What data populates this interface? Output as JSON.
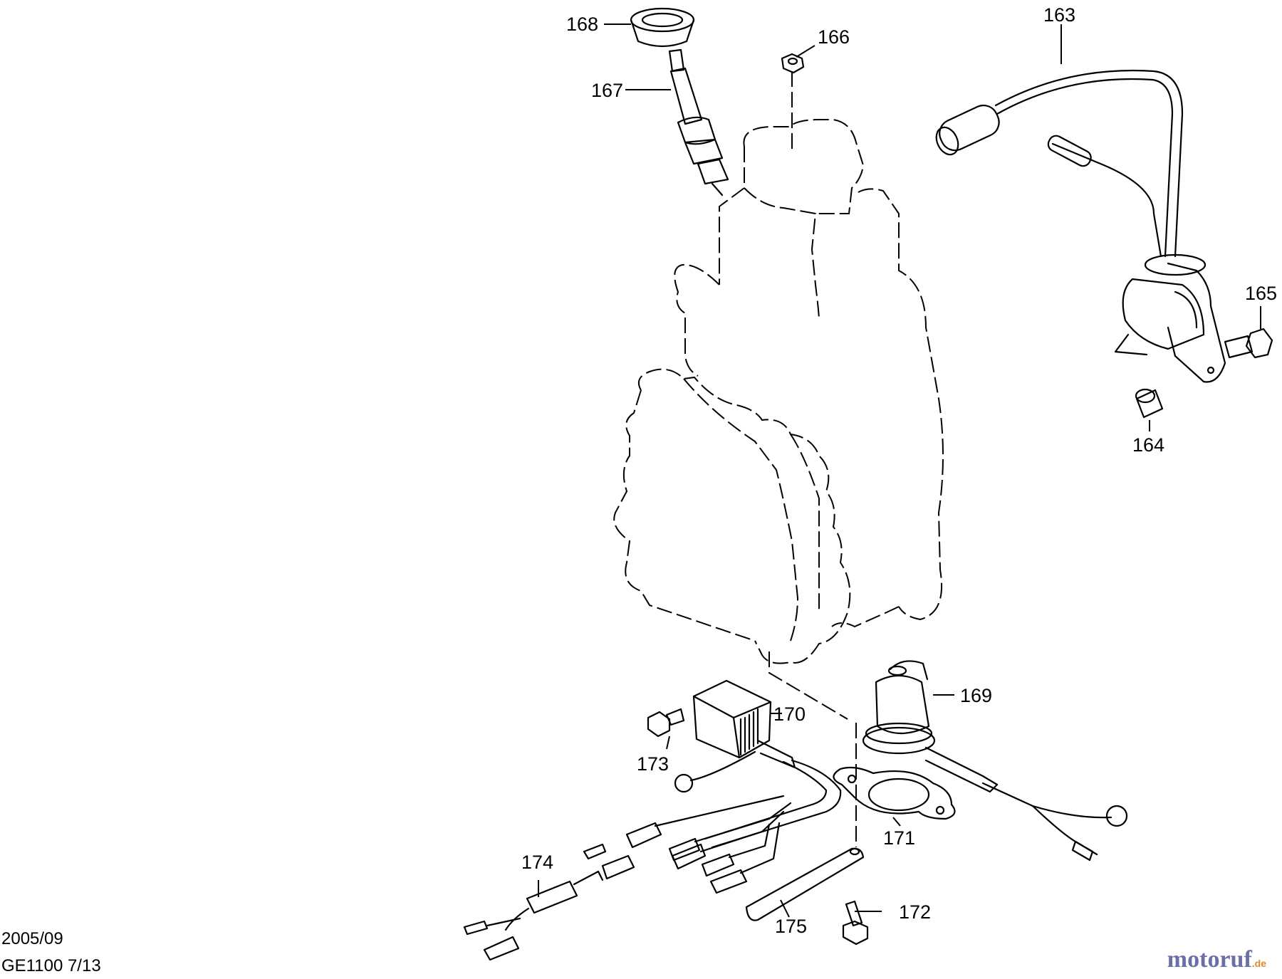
{
  "footer": {
    "date": "2005/09",
    "model_page": "GE1100 7/13"
  },
  "watermark": {
    "main": "motoruf",
    "sub": ".de"
  },
  "parts": [
    {
      "id": "163",
      "name": "ignition coil lead"
    },
    {
      "id": "164",
      "name": "collar"
    },
    {
      "id": "165",
      "name": "bolt"
    },
    {
      "id": "166",
      "name": "nut"
    },
    {
      "id": "167",
      "name": "spark plug"
    },
    {
      "id": "168",
      "name": "plug cap"
    },
    {
      "id": "169",
      "name": "oil sensor"
    },
    {
      "id": "170",
      "name": "control unit"
    },
    {
      "id": "171",
      "name": "gasket"
    },
    {
      "id": "172",
      "name": "bolt"
    },
    {
      "id": "173",
      "name": "bolt"
    },
    {
      "id": "174",
      "name": "wire harness"
    },
    {
      "id": "175",
      "name": "band"
    }
  ]
}
